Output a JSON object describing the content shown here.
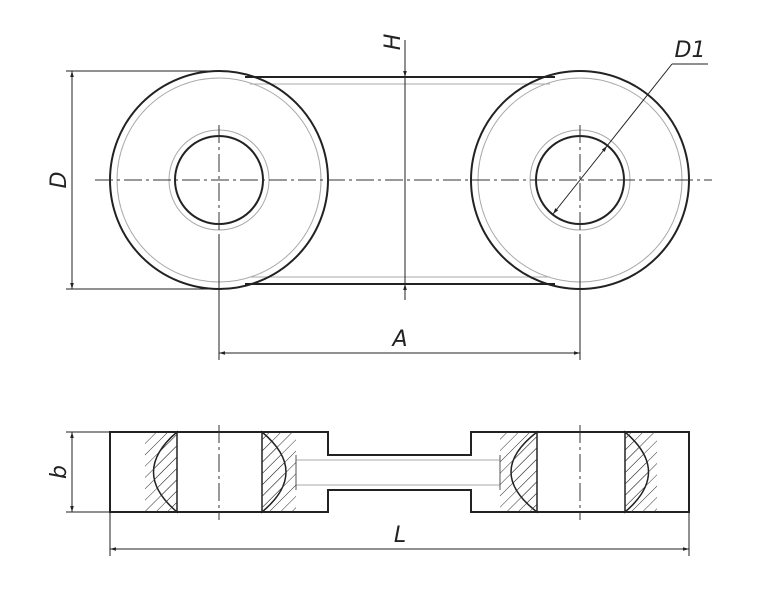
{
  "labels": {
    "H": "H",
    "D1": "D1",
    "D": "D",
    "A": "A",
    "b": "b",
    "L": "L"
  }
}
